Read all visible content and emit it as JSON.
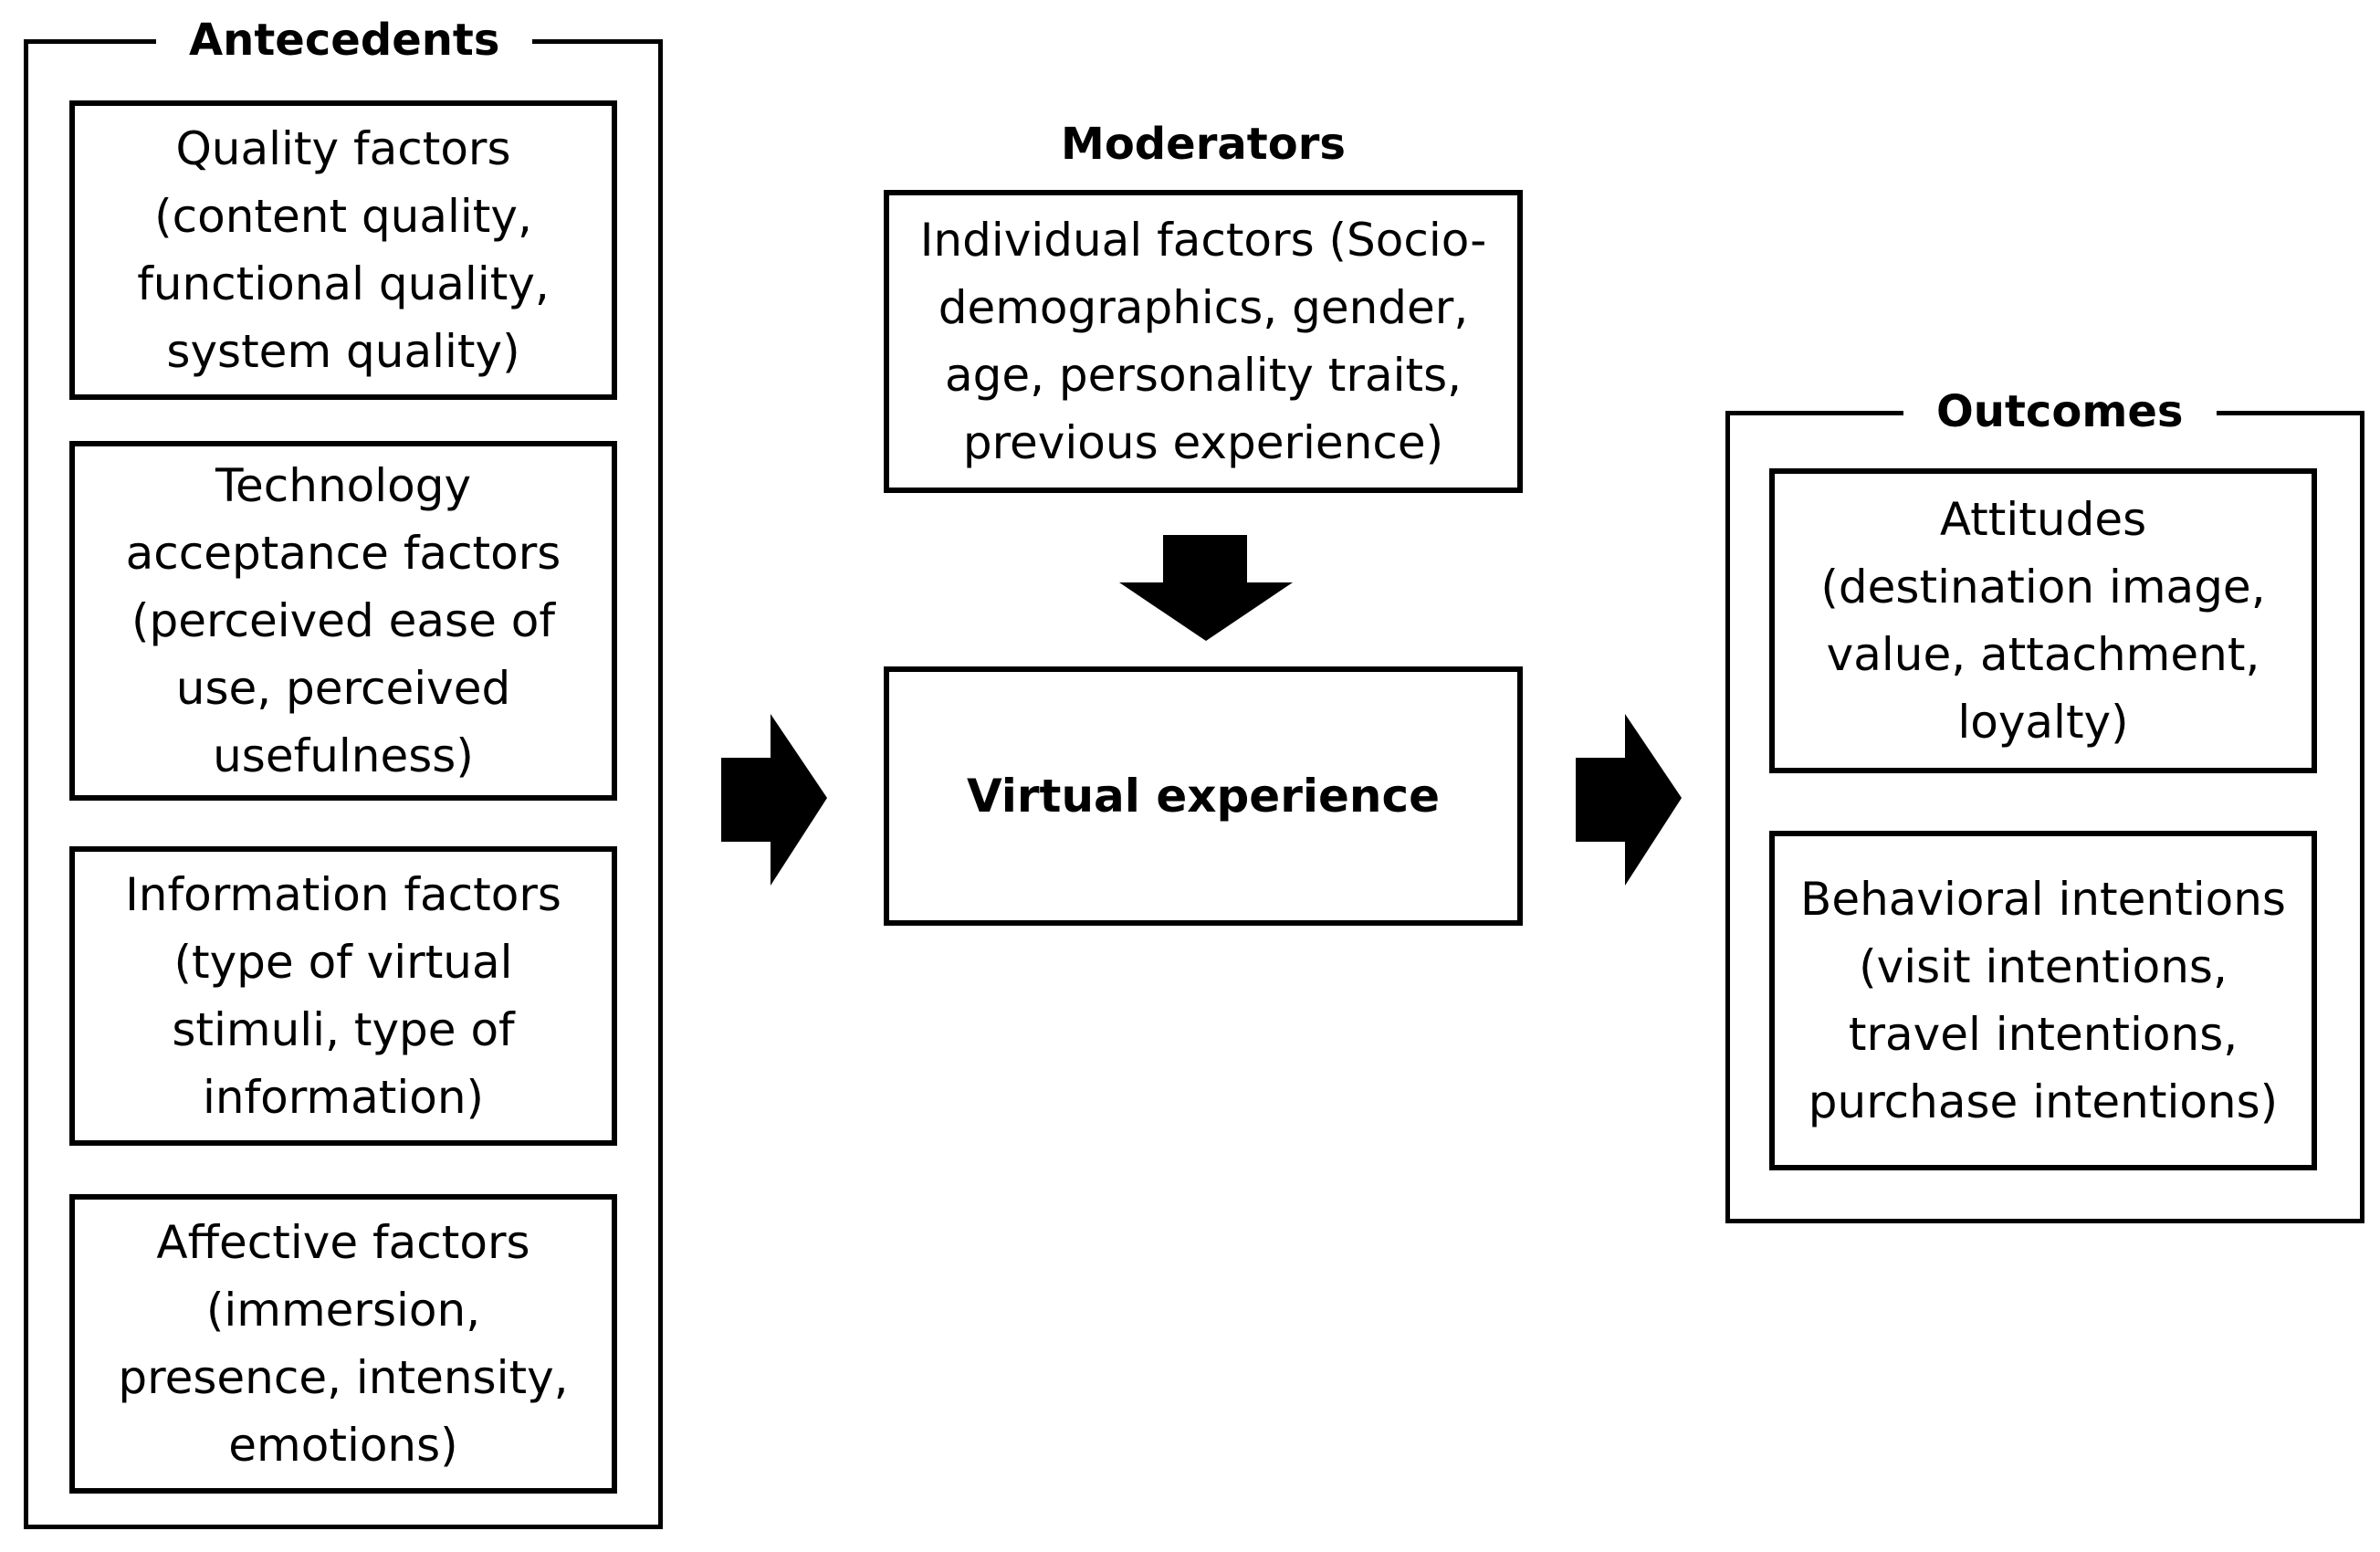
{
  "antecedents": {
    "title": "Antecedents",
    "boxes": [
      "Quality factors\n(content quality,\nfunctional quality,\nsystem quality)",
      "Technology\nacceptance factors\n(perceived ease of\nuse, perceived\nusefulness)",
      "Information factors\n(type of virtual\nstimuli, type of\ninformation)",
      "Affective factors\n(immersion,\npresence, intensity,\nemotions)"
    ]
  },
  "moderators": {
    "title": "Moderators",
    "box": "Individual factors (Socio-\ndemographics, gender,\nage, personality traits,\nprevious experience)"
  },
  "center": {
    "label": "Virtual experience"
  },
  "outcomes": {
    "title": "Outcomes",
    "boxes": [
      "Attitudes\n(destination image,\nvalue, attachment,\nloyalty)",
      "Behavioral intentions\n(visit intentions,\ntravel intentions,\npurchase intentions)"
    ]
  },
  "colors": {
    "line": "#000000",
    "background": "#ffffff"
  }
}
